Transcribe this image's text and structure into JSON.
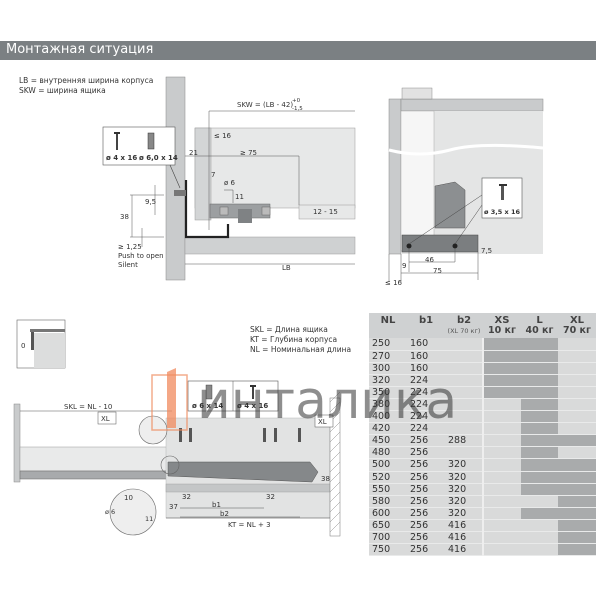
{
  "header": {
    "title": "Монтажная ситуация",
    "bar_color": "#7b8083"
  },
  "top_legend": [
    "LB = внутренняя ширина корпуса",
    "SKW = ширина ящика"
  ],
  "top_left_diagram": {
    "screws": [
      "ø 4 x 16",
      "ø 6,0 x 14"
    ],
    "dims": {
      "d9_5": "9,5",
      "d38": "38",
      "d1_25": "≥ 1,25"
    },
    "notes": [
      "Push to open",
      "Silent"
    ]
  },
  "top_center_diagram": {
    "formula": "SKW = (LB - 42)",
    "tolerance_upper": "+0",
    "tolerance_lower": "-1,5",
    "dims": {
      "le16": "≤ 16",
      "d21": "21",
      "ge75": "≥ 75",
      "d7": "7",
      "o6": "ø 6",
      "d11": "11",
      "d12_15": "12 - 15",
      "lb": "LB"
    }
  },
  "top_right_diagram": {
    "screw": "ø 3,5 x 16",
    "dims": {
      "d9": "9",
      "d46": "46",
      "d75": "75",
      "d7_5": "7,5",
      "le16": "≤ 16"
    }
  },
  "bottom_legend": [
    "SKL = Длина ящика",
    "KT = Глубина корпуса",
    "NL = Номинальная длина"
  ],
  "bottom_diagram": {
    "gap_label": "0",
    "skl_formula": "SKL = NL - 10",
    "xl_label": "XL",
    "screws": [
      "ø 6 x 14",
      "ø 4 x 16"
    ],
    "dims": {
      "d10": "10",
      "o6": "ø 6",
      "d11": "11",
      "d37": "37",
      "d32a": "32",
      "d32b": "32",
      "b1": "b1",
      "b2": "b2",
      "d38": "38",
      "kt": "KT = NL + 3"
    }
  },
  "table": {
    "headers": [
      {
        "main": "NL",
        "sub": ""
      },
      {
        "main": "b1",
        "sub": ""
      },
      {
        "main": "b2",
        "sub": "(XL 70 кг)"
      },
      {
        "main": "XS",
        "sub": "10 кг"
      },
      {
        "main": "L",
        "sub": "40 кг"
      },
      {
        "main": "XL",
        "sub": "70 кг"
      }
    ],
    "rows": [
      {
        "nl": "250",
        "b1": "160",
        "b2": "",
        "xs": true,
        "l": true,
        "xl": false
      },
      {
        "nl": "270",
        "b1": "160",
        "b2": "",
        "xs": true,
        "l": true,
        "xl": false
      },
      {
        "nl": "300",
        "b1": "160",
        "b2": "",
        "xs": true,
        "l": true,
        "xl": false
      },
      {
        "nl": "320",
        "b1": "224",
        "b2": "",
        "xs": true,
        "l": true,
        "xl": false
      },
      {
        "nl": "350",
        "b1": "224",
        "b2": "",
        "xs": true,
        "l": true,
        "xl": false
      },
      {
        "nl": "380",
        "b1": "224",
        "b2": "",
        "xs": false,
        "l": true,
        "xl": false
      },
      {
        "nl": "400",
        "b1": "224",
        "b2": "",
        "xs": false,
        "l": true,
        "xl": false
      },
      {
        "nl": "420",
        "b1": "224",
        "b2": "",
        "xs": false,
        "l": true,
        "xl": false
      },
      {
        "nl": "450",
        "b1": "256",
        "b2": "288",
        "xs": false,
        "l": true,
        "xl": true
      },
      {
        "nl": "480",
        "b1": "256",
        "b2": "",
        "xs": false,
        "l": true,
        "xl": false
      },
      {
        "nl": "500",
        "b1": "256",
        "b2": "320",
        "xs": false,
        "l": true,
        "xl": true
      },
      {
        "nl": "520",
        "b1": "256",
        "b2": "320",
        "xs": false,
        "l": true,
        "xl": true
      },
      {
        "nl": "550",
        "b1": "256",
        "b2": "320",
        "xs": false,
        "l": true,
        "xl": true
      },
      {
        "nl": "580",
        "b1": "256",
        "b2": "320",
        "xs": false,
        "l": false,
        "xl": true
      },
      {
        "nl": "600",
        "b1": "256",
        "b2": "320",
        "xs": false,
        "l": true,
        "xl": true
      },
      {
        "nl": "650",
        "b1": "256",
        "b2": "416",
        "xs": false,
        "l": false,
        "xl": true
      },
      {
        "nl": "700",
        "b1": "256",
        "b2": "416",
        "xs": false,
        "l": false,
        "xl": true
      },
      {
        "nl": "750",
        "b1": "256",
        "b2": "416",
        "xs": false,
        "l": false,
        "xl": true
      }
    ]
  },
  "watermark": {
    "text": "инталика",
    "accent": "#f08a5d"
  }
}
